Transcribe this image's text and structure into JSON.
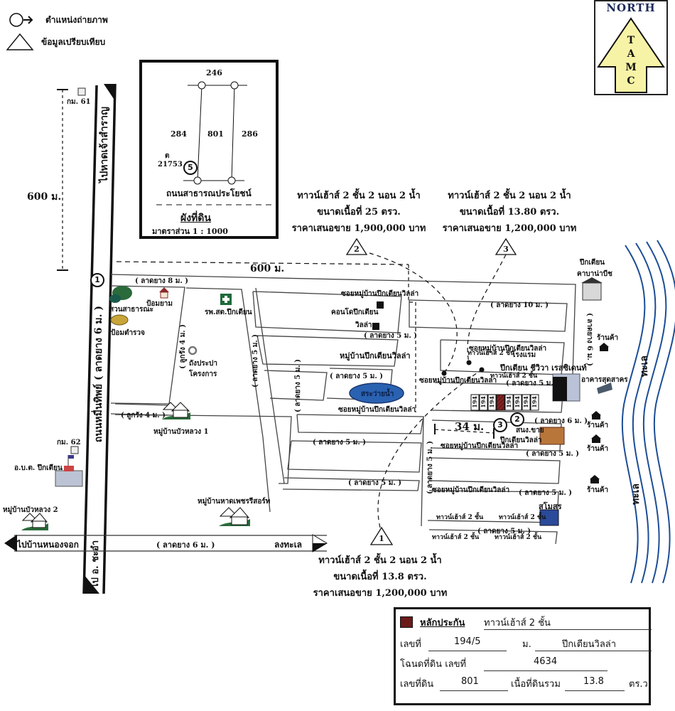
{
  "legend": {
    "photo_position": "ตำแหน่งถ่ายภาพ",
    "comparison_data": "ข้อมูลเปรียบเทียบ"
  },
  "north_arrow": {
    "label": "NORTH",
    "letters": [
      "T",
      "A",
      "M",
      "C"
    ],
    "fill_color": "#f7f3a6"
  },
  "plot_plan": {
    "top_parcel": "246",
    "left_parcel": "284",
    "center_parcel": "801",
    "right_parcel": "286",
    "deed_label": "ต",
    "deed_number": "21753",
    "photo_marker": "5",
    "road_label": "ถนนสาธารณประโยชน์",
    "title": "ผังที่ดิน",
    "scale": "มาตราส่วน 1 : 1000"
  },
  "comparisons": [
    {
      "id": "1",
      "line1": "ทาวน์เฮ้าส์ 2 ชั้น 2 นอน 2 น้ำ",
      "line2": "ขนาดเนื้อที่ 13.8 ตรว.",
      "line3": "ราคาเสนอขาย 1,200,000 บาท"
    },
    {
      "id": "2",
      "line1": "ทาวน์เฮ้าส์ 2 ชั้น 2 นอน 2 น้ำ",
      "line2": "ขนาดเนื้อที่ 25 ตรว.",
      "line3": "ราคาเสนอขาย 1,900,000 บาท"
    },
    {
      "id": "3",
      "line1": "ทาวน์เฮ้าส์ 2 ชั้น 2 นอน 2 น้ำ",
      "line2": "ขนาดเนื้อที่ 13.80 ตรว.",
      "line3": "ราคาเสนอขาย 1,200,000 บาท"
    }
  ],
  "distances": {
    "vertical": "600 ม.",
    "horizontal": "600 ม.",
    "to_subject": "34 ม."
  },
  "main_roads": {
    "north_road": "ไปหาดเจ้าสำราญ",
    "main_road": "ถนนหมื่นทิพย์ ( ลาดยาง 6 ม. )",
    "south_road": "ไป อ. ชะอำ",
    "west_road": "ไปบ้านหนองจอก",
    "cross_road": "( ลาดยาง 6 ม. )",
    "east_road": "ลงทะเล",
    "km61": "กม. 61",
    "km62": "กม. 62"
  },
  "photo_markers": [
    "1",
    "2",
    "3"
  ],
  "road_labels": {
    "paved_8m": "( ลาดยาง 8 ม. )",
    "paved_10m": "( ลาดยาง 10 ม. )",
    "paved_6m": "( ลาดยาง 6 ม. )",
    "paved_5m": "( ลาดยาง 5 ม. )",
    "gravel_4m": "( ลูกรัง 4 ม. )",
    "soi": "ซอยหมู่บ้านปึกเตียนวิลล่า"
  },
  "landmarks": {
    "park": "สวนสาธารณะ",
    "police_box_a": "ป้อมยาม",
    "police_box_b": "ป้อมตำรวจ",
    "hospital": "รพ.สต.ปึกเตียน",
    "water_tank": "ถังประปาโครงการ",
    "village_bualuang1": "หมู่บ้านบัวหลวง 1",
    "village_bualuang2": "หมู่บ้านบัวหลวง 2",
    "sao": "อ.บ.ต. ปึกเตียน",
    "village_hadphet": "หมู่บ้านหาดเพชรรีสอร์ท",
    "condo": "คอนโดปึกเตียน",
    "villa": "วิลล่า",
    "village_villa": "หมู่บ้านปึกเตียนวิลล่า",
    "pond": "สระว่ายน้ำ",
    "beach_hotel_1": "ปึกเตียน",
    "beach_hotel_2": "คาบาน่าบีช",
    "shop": "ร้านค้า",
    "hotel": "โรงแรม",
    "residence": "ปึกเตียน ชีวิวา เรสซิเดนท์",
    "abandoned": "อาคารสุดสาคร",
    "sales_office_1": "สนง.ขาย",
    "sales_office_2": "ปึกเตียนวิลล่า",
    "nivara": "สโมสร",
    "townhouse": "ทาวน์เฮ้าส์ 2 ชั้น",
    "sea": "ทะเล"
  },
  "row_house_numbers": [
    "194",
    "194",
    "194",
    "194",
    "194",
    "194",
    "194",
    "194"
  ],
  "collateral": {
    "title": "หลักประกัน",
    "type": "ทาวน์เฮ้าส์ 2 ชั้น",
    "house_no_label": "เลขที่",
    "house_no": "194/5",
    "moo_label": "ม.",
    "moo": "ปึกเตียนวิลล่า",
    "deed_label": "โฉนดที่ดิน เลขที่",
    "deed_no": "4634",
    "land_no_label": "เลขที่ดิน",
    "land_no": "801",
    "area_label": "เนื้อที่ดินรวม",
    "area": "13.8",
    "unit": "ตร.ว.",
    "swatch_color": "#6b1a1a"
  }
}
